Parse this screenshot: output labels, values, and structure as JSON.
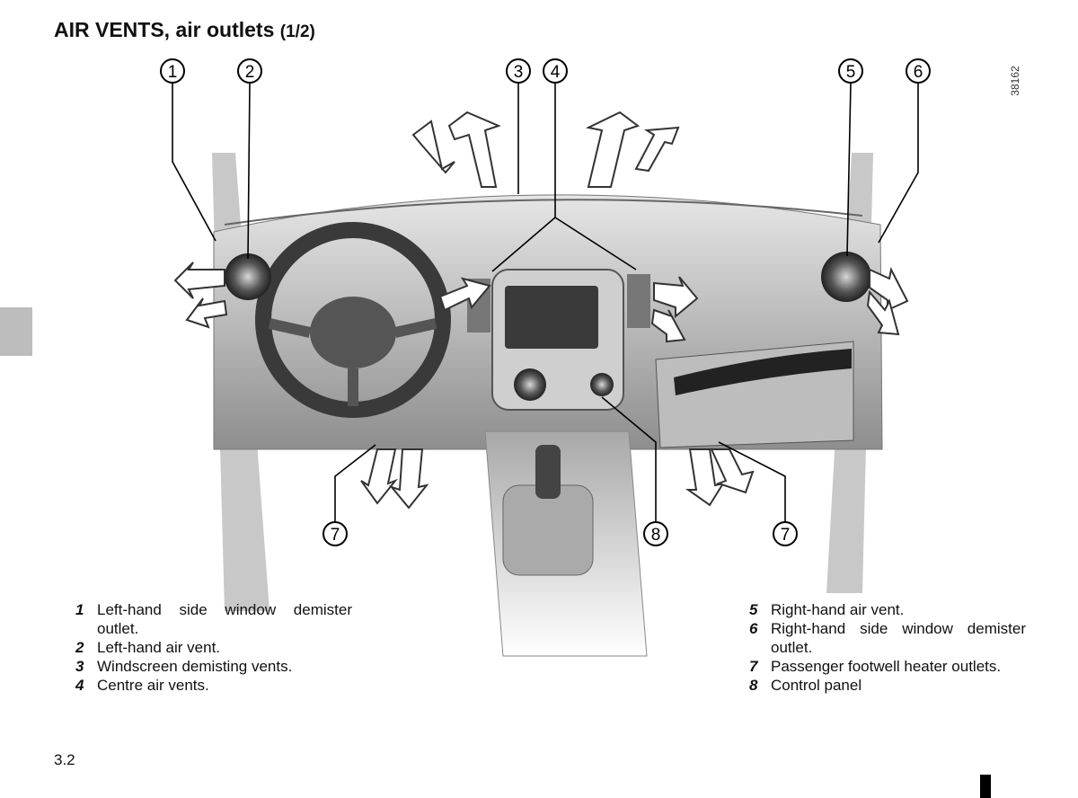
{
  "page": {
    "title": "AIR VENTS, air outlets",
    "title_part": "(1/2)",
    "page_number": "3.2",
    "figure_number": "38162"
  },
  "callouts": [
    "1",
    "2",
    "3",
    "4",
    "5",
    "6",
    "7",
    "8"
  ],
  "legend_left": [
    {
      "num": "1",
      "text": "Left-hand side window demister outlet."
    },
    {
      "num": "2",
      "text": "Left-hand air vent."
    },
    {
      "num": "3",
      "text": "Windscreen demisting vents."
    },
    {
      "num": "4",
      "text": "Centre air vents."
    }
  ],
  "legend_right": [
    {
      "num": "5",
      "text": "Right-hand air vent."
    },
    {
      "num": "6",
      "text": "Right-hand side window demister outlet."
    },
    {
      "num": "7",
      "text": "Passenger footwell heater outlets."
    },
    {
      "num": "8",
      "text": "Control panel"
    }
  ]
}
